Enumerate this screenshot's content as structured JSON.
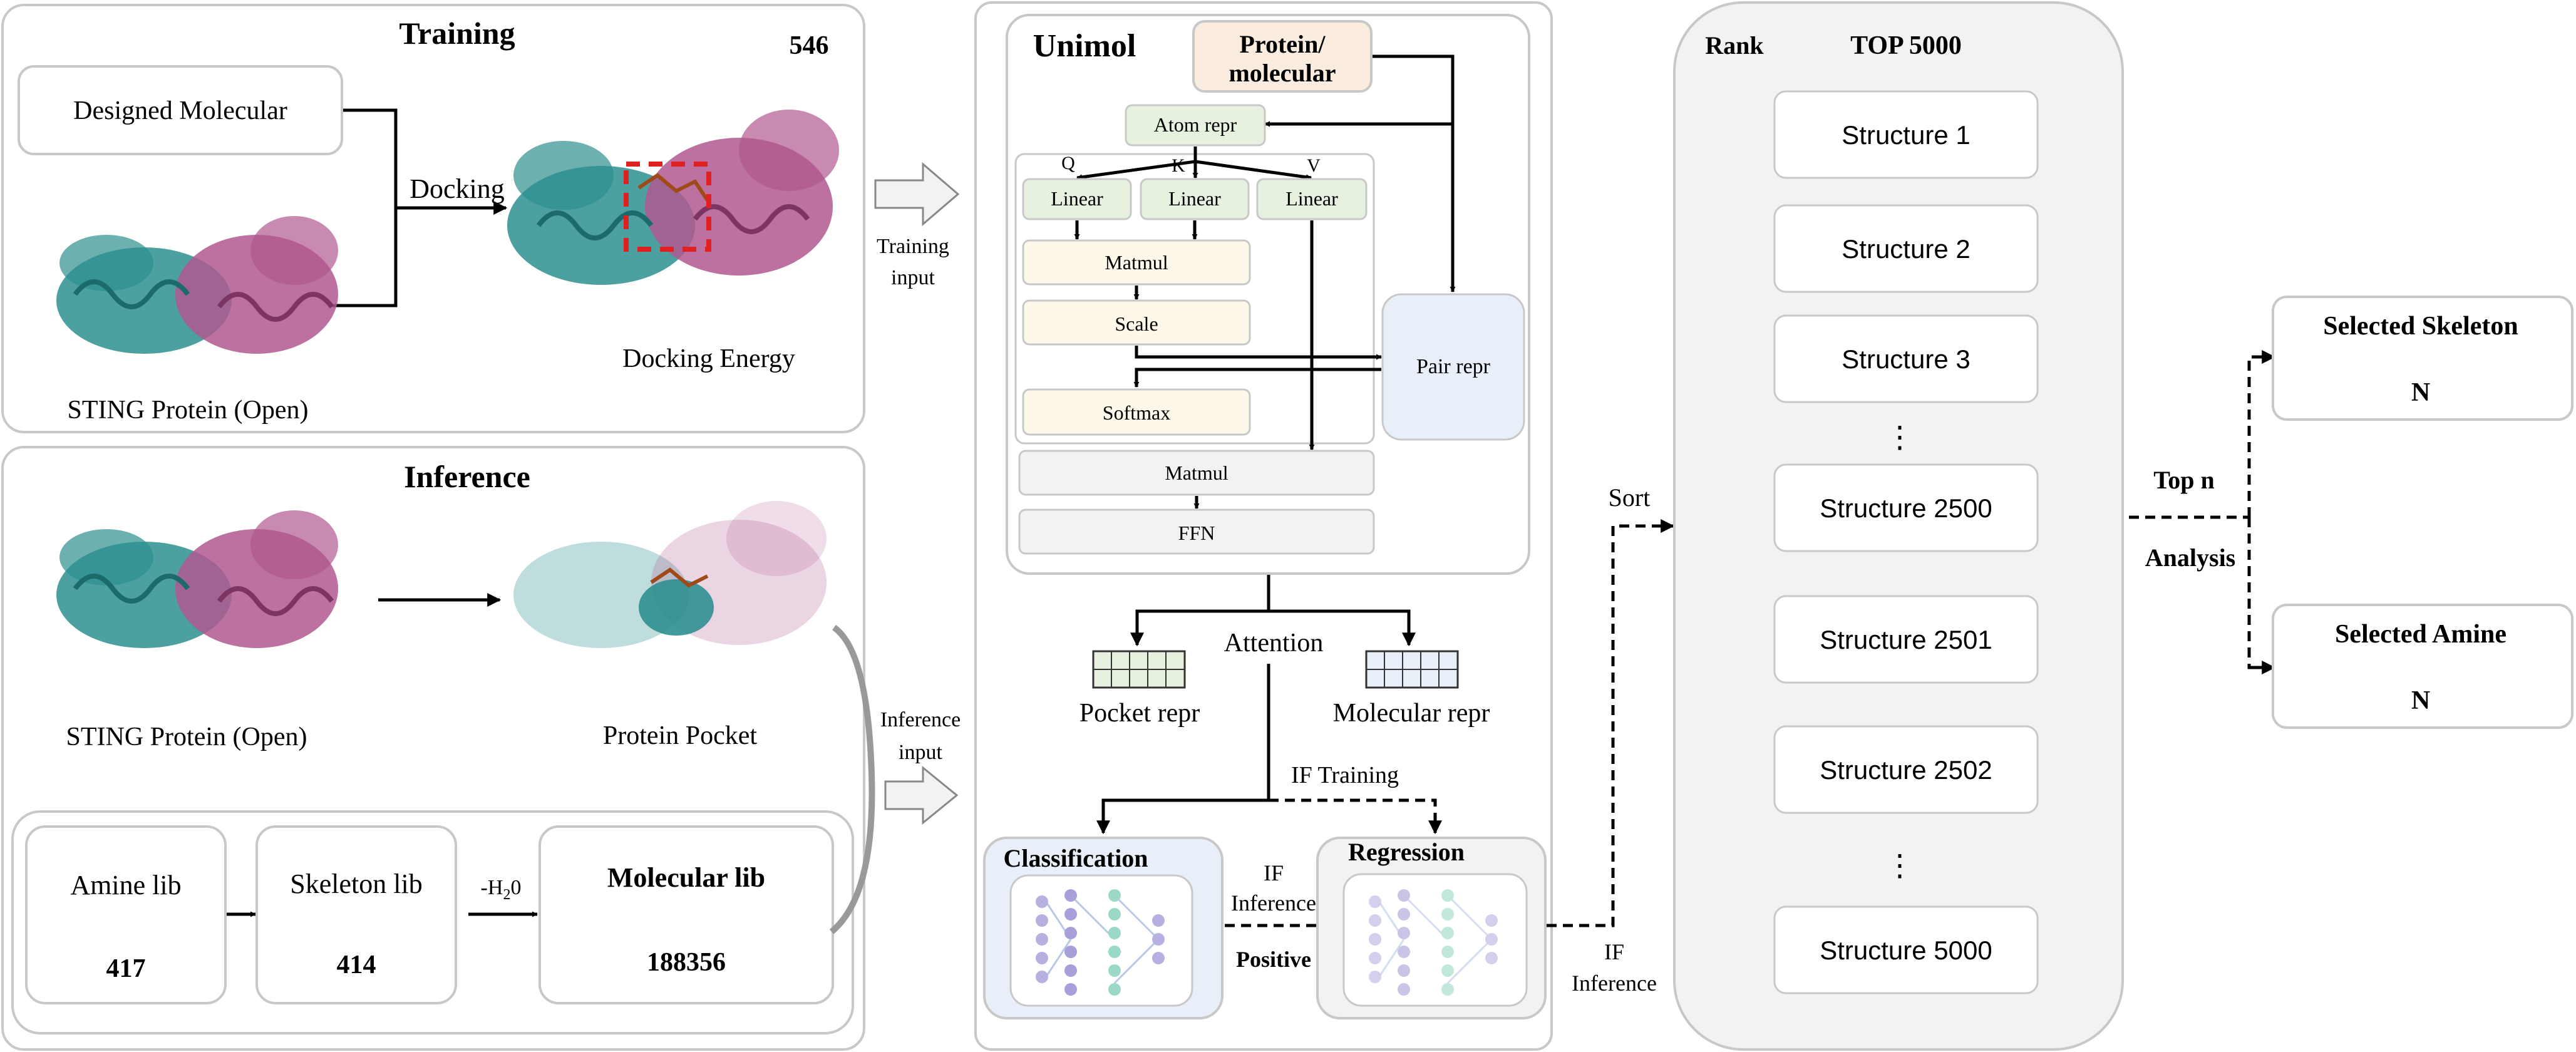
{
  "training": {
    "title": "Training",
    "count": "546",
    "designed_molecular": "Designed Molecular",
    "docking": "Docking",
    "sting_label": "STING Protein (Open)",
    "docking_energy": "Docking Energy",
    "training_input": [
      "Training",
      "input"
    ]
  },
  "inference": {
    "title": "Inference",
    "sting_label": "STING Protein (Open)",
    "protein_pocket": "Protein Pocket",
    "inference_input": [
      "Inference",
      "input"
    ],
    "amine_lib": {
      "label": "Amine lib",
      "count": "417"
    },
    "skeleton_lib": {
      "label": "Skeleton lib",
      "count": "414"
    },
    "water_loss": {
      "prefix": "-H",
      "sub": "2",
      "suffix": "0"
    },
    "molecular_lib": {
      "label": "Molecular lib",
      "count": "188356"
    }
  },
  "unimol": {
    "title": "Unimol",
    "protein_molecular": [
      "Protein/",
      "molecular"
    ],
    "atom_repr": "Atom repr",
    "q": "Q",
    "k": "K",
    "v": "V",
    "linear": "Linear",
    "matmul": "Matmul",
    "scale": "Scale",
    "softmax": "Softmax",
    "pair_repr": "Pair repr",
    "matmul2": "Matmul",
    "ffn": "FFN"
  },
  "attention": {
    "label": "Attention",
    "pocket_repr": "Pocket repr",
    "molecular_repr": "Molecular repr",
    "if_training": "IF Training"
  },
  "heads": {
    "classification": "Classification",
    "regression": "Regression",
    "if_inference": [
      "IF",
      "Inference"
    ],
    "positive": "Positive",
    "if_inference_out": [
      "IF",
      "Inference"
    ]
  },
  "rank": {
    "rank_label": "Rank",
    "title": "TOP 5000",
    "sort": "Sort",
    "structures": [
      "Structure 1",
      "Structure 2",
      "Structure 3",
      "Structure 2500",
      "Structure 2501",
      "Structure 2502",
      "Structure 5000"
    ],
    "ellipsis": "⋮"
  },
  "selection": {
    "top_n": "Top n",
    "analysis": "Analysis",
    "selected_skeleton": {
      "label": "Selected Skeleton",
      "value": "N"
    },
    "selected_amine": {
      "label": "Selected Amine",
      "value": "N"
    }
  },
  "colors": {
    "panel_border": "#c8c8c8",
    "teal": "#2e8f8f",
    "magenta": "#b0588f",
    "green_fill": "#e6f1e0",
    "yellow_fill": "#fdf8ea",
    "peach_fill": "#fbece0",
    "blue_fill": "#e9eff8",
    "gray_fill": "#f2f2f2",
    "red_dash": "#e02020"
  }
}
